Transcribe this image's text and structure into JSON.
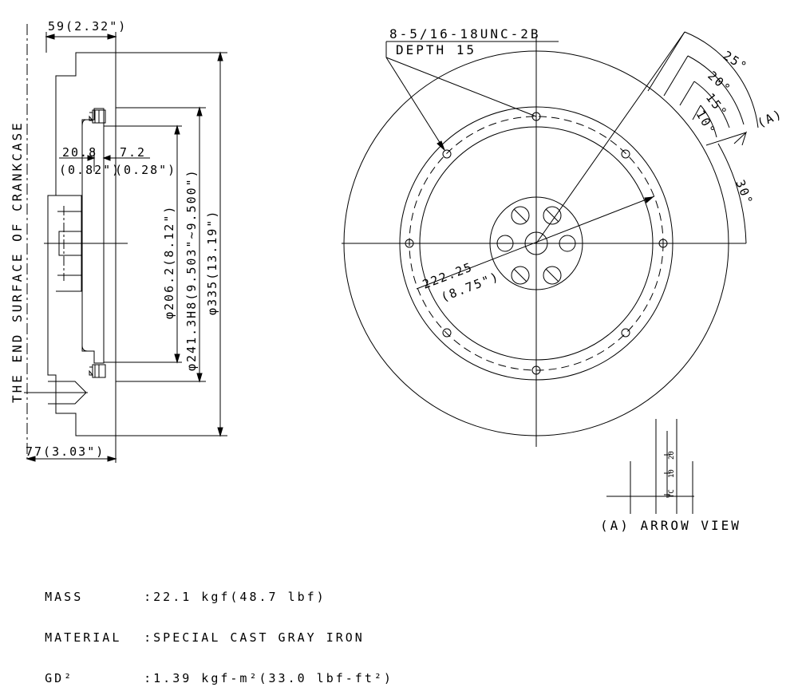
{
  "side_view": {
    "dim_width_top": "59(2.32\")",
    "dim_width_bottom": "77(3.03\")",
    "dim_20_8": "20.8",
    "dim_20_8_in": "(0.82\")",
    "dim_7_2": "7.2",
    "dim_7_2_in": "(0.28\")",
    "dia_206": "φ206.2(8.12\")",
    "dia_241": "φ241.3H8(9.503\"~9.500\")",
    "dia_335": "φ335(13.19\")",
    "crankcase_label": "THE END SURFACE OF CRANKCASE"
  },
  "front_view": {
    "thread_spec": "8-5/16-18UNC-2B",
    "depth": "DEPTH 15",
    "pcd_mm": "222.25",
    "pcd_in": "(8.75\")",
    "angle_25": "25°",
    "angle_20": "20°",
    "angle_15": "15°",
    "angle_10": "10°",
    "angle_30": "30°",
    "arrow_marker": "(A)"
  },
  "arrow_view": {
    "label": "(A) ARROW VIEW",
    "tick_tc": "TC",
    "tick_10": "10",
    "tick_20": "20"
  },
  "specs": {
    "mass_key": "MASS",
    "mass_value": ":22.1 kgf(48.7 lbf)",
    "material_key": "MATERIAL",
    "material_value": ":SPECIAL CAST GRAY IRON",
    "gd2_key": "GD²",
    "gd2_value": ":1.39 kgf-m²(33.0 lbf-ft²)"
  }
}
